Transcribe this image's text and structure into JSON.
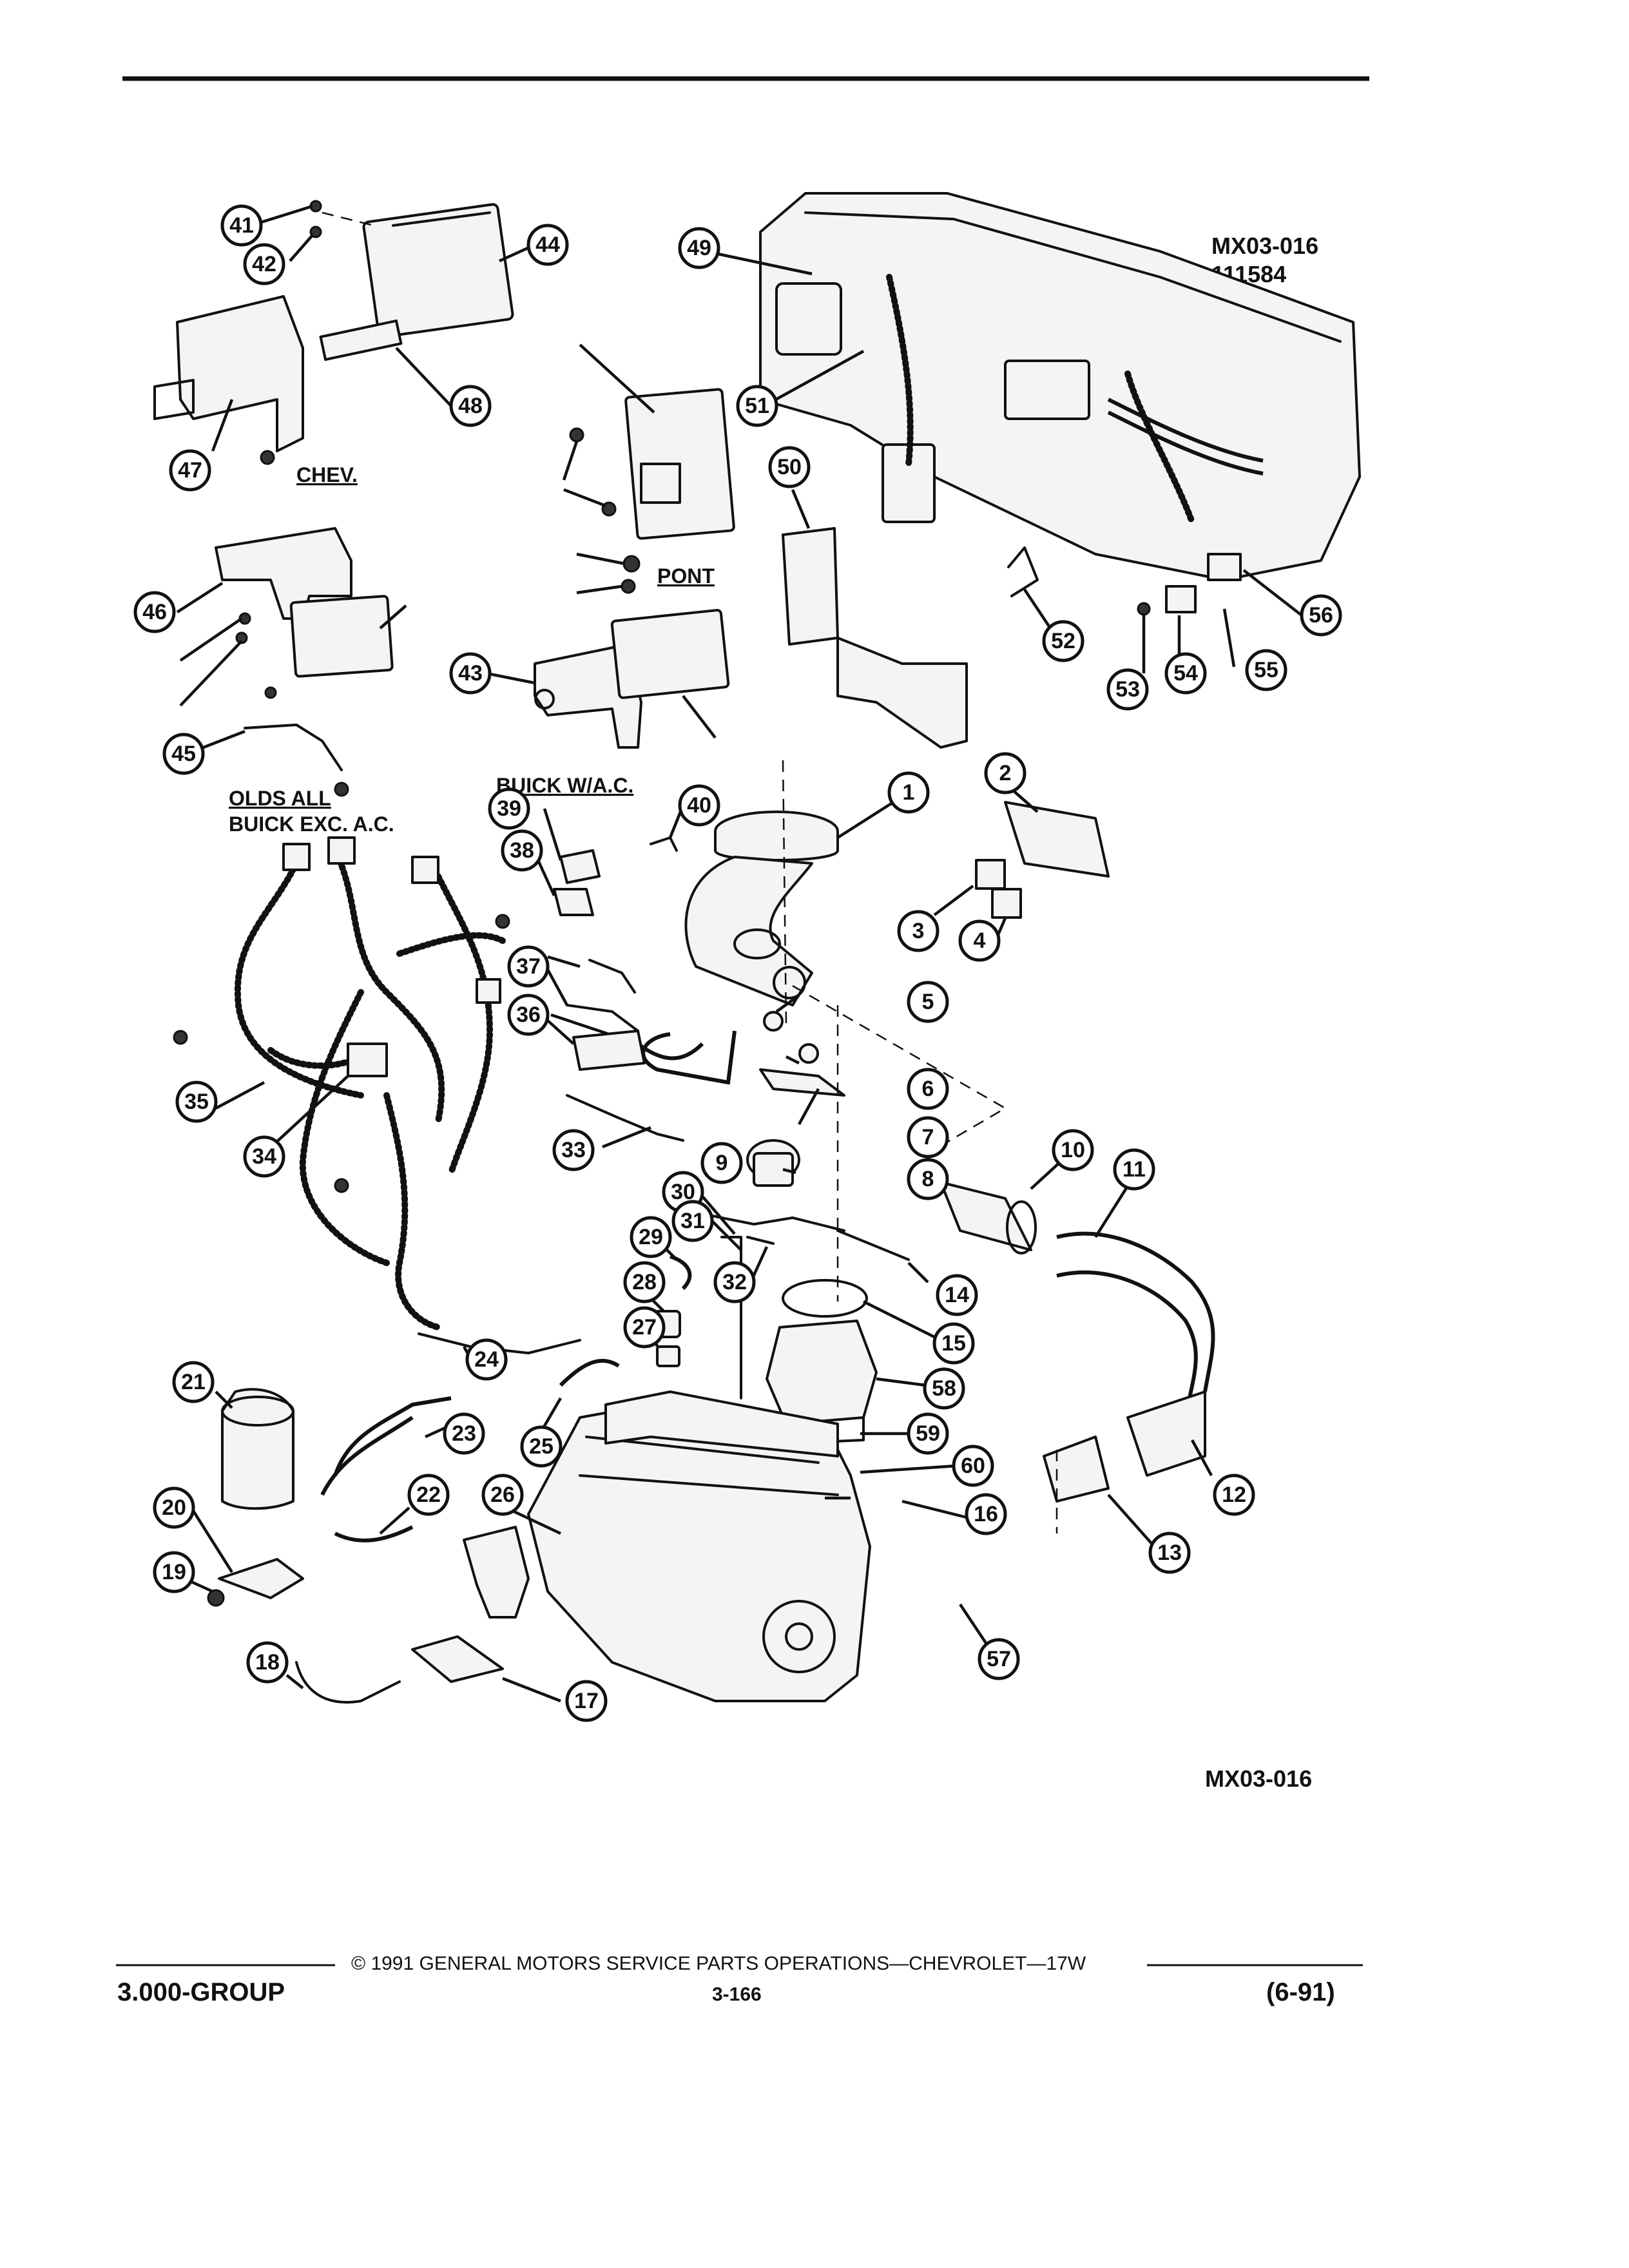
{
  "header": {
    "ref_code": "MX03-016",
    "ref_number": "111584"
  },
  "variant_labels": {
    "chev": "CHEV.",
    "pont": "PONT",
    "buick_ac": "BUICK W/A.C.",
    "olds_all": "OLDS ALL",
    "buick_exc_ac": "BUICK EXC. A.C."
  },
  "callouts": [
    "1",
    "2",
    "3",
    "4",
    "5",
    "6",
    "7",
    "8",
    "9",
    "10",
    "11",
    "12",
    "13",
    "14",
    "15",
    "16",
    "17",
    "18",
    "19",
    "20",
    "21",
    "22",
    "23",
    "24",
    "25",
    "26",
    "27",
    "28",
    "29",
    "30",
    "31",
    "32",
    "33",
    "34",
    "35",
    "36",
    "37",
    "38",
    "39",
    "40",
    "41",
    "42",
    "43",
    "44",
    "45",
    "46",
    "47",
    "48",
    "49",
    "50",
    "51",
    "52",
    "53",
    "54",
    "55",
    "56",
    "57",
    "58",
    "59",
    "60"
  ],
  "figure_code": "MX03-016",
  "footer": {
    "copyright": "© 1991 GENERAL MOTORS SERVICE PARTS OPERATIONS—CHEVROLET—17W",
    "group": "3.000-GROUP",
    "page": "3-166",
    "date": "(6-91)"
  }
}
